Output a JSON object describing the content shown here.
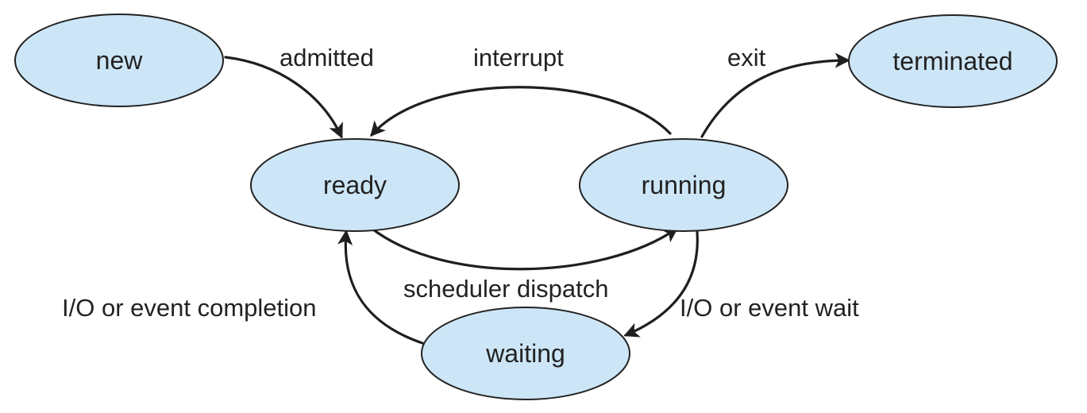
{
  "states": {
    "new": "new",
    "terminated": "terminated",
    "ready": "ready",
    "running": "running",
    "waiting": "waiting"
  },
  "transitions": {
    "admitted": "admitted",
    "interrupt": "interrupt",
    "exit": "exit",
    "scheduler_dispatch": "scheduler dispatch",
    "io_event_completion": "I/O or event completion",
    "io_event_wait": "I/O or event wait"
  },
  "colors": {
    "state_fill": "#cde6f7",
    "stroke": "#222222",
    "text": "#222222"
  }
}
